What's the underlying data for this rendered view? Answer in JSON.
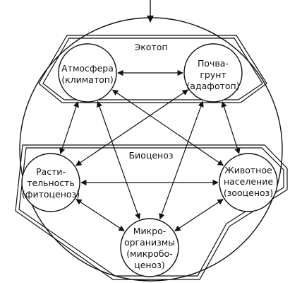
{
  "colors": {
    "stroke": "#111111",
    "background": "#ffffff"
  },
  "regions": {
    "ecotope": "Экотоп",
    "biocenosis": "Биоценоз"
  },
  "nodes": {
    "atmosphere": [
      "Атмосфера",
      "(климатоп)"
    ],
    "soil": [
      "Почва-",
      "грунт",
      "(адафотоп)"
    ],
    "vegetation": [
      "Расти-",
      "тельность",
      "(фитоценоз)"
    ],
    "animals": [
      "Животное",
      "население",
      "(зооценоз)"
    ],
    "microorganisms": [
      "Микро-",
      "организмы",
      "(микробо-",
      "ценоз)"
    ]
  },
  "links": [
    [
      "atmosphere",
      "soil"
    ],
    [
      "atmosphere",
      "vegetation"
    ],
    [
      "atmosphere",
      "animals"
    ],
    [
      "atmosphere",
      "microorganisms"
    ],
    [
      "soil",
      "vegetation"
    ],
    [
      "soil",
      "animals"
    ],
    [
      "soil",
      "microorganisms"
    ],
    [
      "vegetation",
      "animals"
    ],
    [
      "vegetation",
      "microorganisms"
    ],
    [
      "animals",
      "microorganisms"
    ]
  ]
}
